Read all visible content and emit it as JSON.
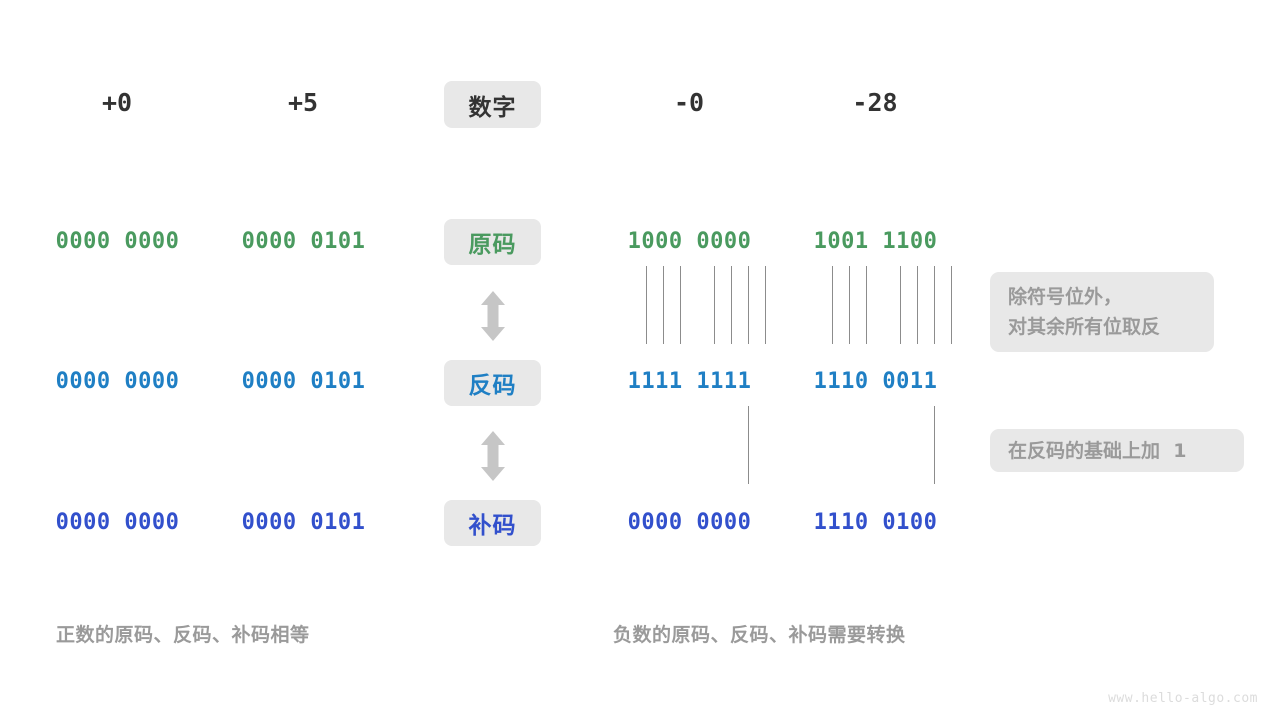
{
  "headers": {
    "columns": [
      "+0",
      "+5",
      "-0",
      "-28"
    ],
    "label": "数字"
  },
  "rows": [
    {
      "id": "sign-magnitude",
      "label": "原码",
      "color": "#4a9a5f",
      "values": [
        "0000 0000",
        "0000 0101",
        "1000 0000",
        "1001 1100"
      ]
    },
    {
      "id": "ones-complement",
      "label": "反码",
      "color": "#1f7fc4",
      "values": [
        "0000 0000",
        "0000 0101",
        "1111 1111",
        "1110 0011"
      ]
    },
    {
      "id": "twos-complement",
      "label": "补码",
      "color": "#3250cc",
      "values": [
        "0000 0000",
        "0000 0101",
        "0000 0000",
        "1110 0100"
      ]
    }
  ],
  "notes": {
    "invert": {
      "line1": "除符号位外，",
      "line2": "对其余所有位取反"
    },
    "plus_one": "在反码的基础上加  1"
  },
  "captions": {
    "positive": "正数的原码、反码、补码相等",
    "negative": "负数的原码、反码、补码需要转换"
  },
  "watermark": "www.hello-algo.com",
  "arrows": {
    "between_sign_and_ones": "double-arrow-vertical",
    "between_ones_and_twos": "double-arrow-vertical"
  }
}
